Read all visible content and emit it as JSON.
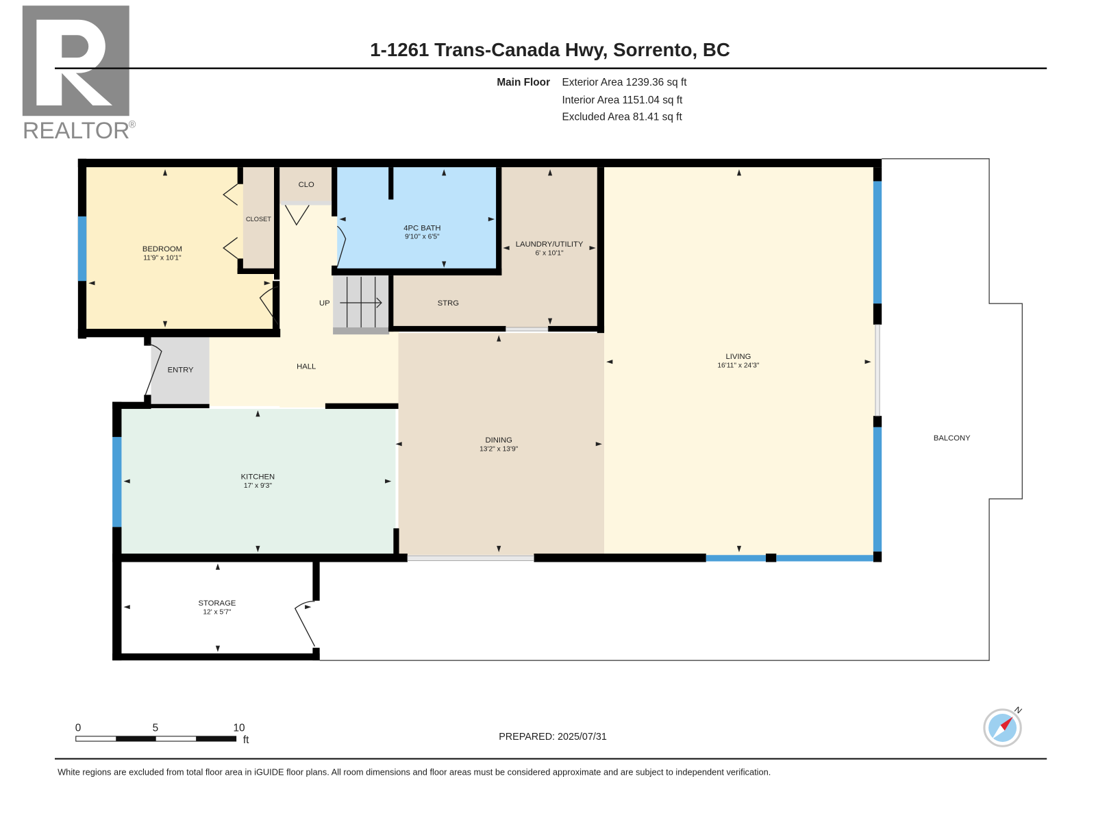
{
  "logo": {
    "text": "REALTOR",
    "mark": "®"
  },
  "title": "1-1261 Trans-Canada Hwy, Sorrento, BC",
  "floor": {
    "name": "Main Floor",
    "areas": [
      "Exterior Area 1239.36 sq ft",
      "Interior Area 1151.04 sq ft",
      "Excluded Area 81.41 sq ft"
    ]
  },
  "rooms": [
    {
      "name": "BEDROOM",
      "dims": "11'9\" x 10'1\""
    },
    {
      "name": "CLOSET"
    },
    {
      "name": "CLO"
    },
    {
      "name": "4PC BATH",
      "dims": "9'10\" x 6'5\""
    },
    {
      "name": "LAUNDRY/UTILITY",
      "dims": "6' x 10'1\""
    },
    {
      "name": "LIVING",
      "dims": "16'11\" x 24'3\""
    },
    {
      "name": "UP"
    },
    {
      "name": "STRG"
    },
    {
      "name": "ENTRY"
    },
    {
      "name": "HALL"
    },
    {
      "name": "DINING",
      "dims": "13'2\" x 13'9\""
    },
    {
      "name": "KITCHEN",
      "dims": "17' x 9'3\""
    },
    {
      "name": "BALCONY"
    },
    {
      "name": "STORAGE",
      "dims": "12' x 5'7\""
    }
  ],
  "colors": {
    "bedroom": "#fdf0c8",
    "closet": "#e8dccb",
    "bath": "#bde3fb",
    "hall": "#fef7e0",
    "dining": "#ebdfcd",
    "kitchen": "#e4f2ea",
    "entry": "#dcdcdc",
    "window": "#4a9fd8",
    "logo": "#8a8a8a",
    "compass": "#e0232f"
  },
  "scale": {
    "ticks": [
      "0",
      "5",
      "10"
    ],
    "unit": "ft"
  },
  "compass": {
    "label": "N",
    "icon": "compass-icon"
  },
  "prepared": "PREPARED: 2025/07/31",
  "disclaimer": "White regions are excluded from total floor area in iGUIDE floor plans. All room dimensions and floor areas must be considered approximate and are subject to independent verification."
}
